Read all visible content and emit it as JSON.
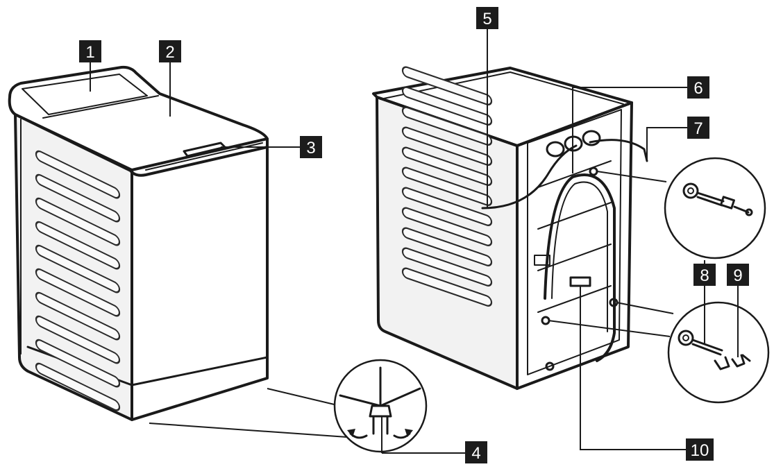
{
  "figure": {
    "background": "#ffffff",
    "line_color": "#1a1a1a",
    "badge_color": "#1c1c1c",
    "badge_text_color": "#ffffff"
  },
  "callouts": [
    {
      "id": "1",
      "label": "1"
    },
    {
      "id": "2",
      "label": "2"
    },
    {
      "id": "3",
      "label": "3"
    },
    {
      "id": "4",
      "label": "4"
    },
    {
      "id": "5",
      "label": "5"
    },
    {
      "id": "6",
      "label": "6"
    },
    {
      "id": "7",
      "label": "7"
    },
    {
      "id": "8a",
      "label": "8"
    },
    {
      "id": "9",
      "label": "9"
    },
    {
      "id": "10",
      "label": "10"
    }
  ],
  "figures": [
    {
      "name": "washer-front-view"
    },
    {
      "name": "washer-rear-view"
    },
    {
      "name": "adjustable-foot-detail"
    },
    {
      "name": "transport-bolt-detail-upper"
    },
    {
      "name": "transport-bolt-detail-lower"
    }
  ]
}
